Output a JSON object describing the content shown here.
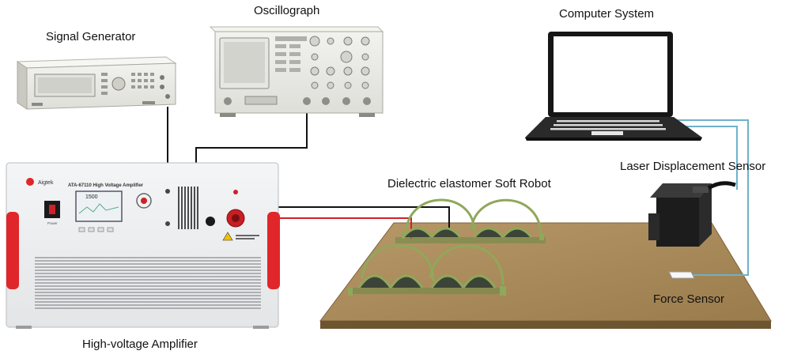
{
  "labels": {
    "signal_generator": "Signal Generator",
    "oscillograph": "Oscillograph",
    "computer_system": "Computer System",
    "laser_sensor": "Laser Displacement Sensor",
    "soft_robot": "Dielectric elastomer Soft Robot",
    "force_sensor": "Force Sensor",
    "amplifier": "High-voltage Amplifier"
  },
  "amplifier_panel": {
    "brand": "Aigtek",
    "model": "ATA-67110 High Voltage Amplifier",
    "display_value": "1500",
    "power_label": "Power"
  },
  "colors": {
    "amp_body": "#eef0f1",
    "amp_handle": "#e0262a",
    "board_wood": "#a98a5a",
    "robot_green": "#8fa85a",
    "robot_dark": "#3c4438",
    "wire_black": "#111111",
    "wire_red": "#d0202a",
    "wire_blue": "#6bb3c9"
  }
}
